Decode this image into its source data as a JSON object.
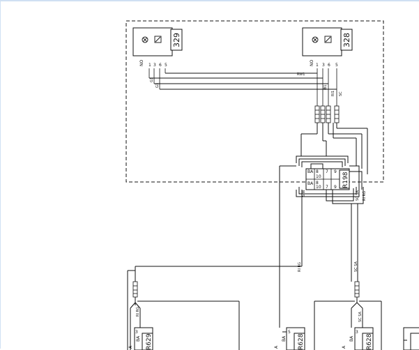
{
  "components": {
    "c329": {
      "ref": "329",
      "pins": [
        "NO",
        "1",
        "3",
        "6",
        "5"
      ]
    },
    "c328": {
      "ref": "328",
      "pins": [
        "NO",
        "1",
        "3",
        "6",
        "5"
      ]
    },
    "r198": {
      "ref": "R198",
      "ba_top": "BA",
      "ba_left": "BA",
      "pins_top": [
        "8",
        "10",
        "7",
        "9"
      ],
      "pins_bottom": [
        "8",
        "10",
        "7",
        "9"
      ]
    },
    "r629": {
      "ref": "R629",
      "pins": [
        "A",
        "BA",
        "3"
      ]
    },
    "r628a": {
      "ref": "R628",
      "pins": [
        "A",
        "BA",
        "5"
      ]
    },
    "r628b": {
      "ref": "R628",
      "pins": [
        "A",
        "BA",
        "3"
      ]
    }
  },
  "wire_labels": {
    "sw1": "RW1",
    "g1": "G1",
    "g2": "G1",
    "b1": "B1",
    "w1": "RI1",
    "sc1": "SC",
    "ri_rg": "RI RG",
    "sc_sa": "SC SA",
    "rg_small": "RI RG",
    "sa_small": "SC SA",
    "r198_left": "SIW",
    "r198_b1": "SC SA",
    "r198_b2": "RI RG"
  },
  "colors": {
    "line": "#111111",
    "frame_border": "#cfe0f3"
  },
  "icons": [
    "lamp-x-icon",
    "switch-icon"
  ]
}
